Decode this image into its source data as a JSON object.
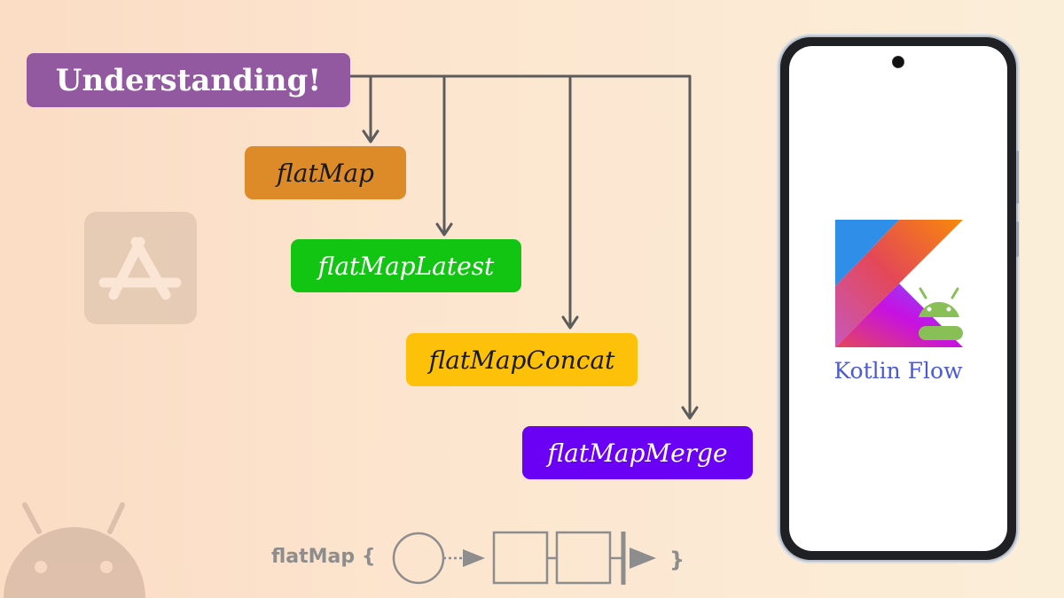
{
  "title": {
    "text": "Understanding!",
    "color": "#9359a0"
  },
  "operators": [
    {
      "label": "flatMap",
      "color": "#dd8a28",
      "text_color": "#1a1a1a"
    },
    {
      "label": "flatMapLatest",
      "color": "#12c512",
      "text_color": "#ffffff"
    },
    {
      "label": "flatMapConcat",
      "color": "#fdc10a",
      "text_color": "#1a1a1a"
    },
    {
      "label": "flatMapMerge",
      "color": "#6a00f4",
      "text_color": "#ffffff"
    }
  ],
  "footer": {
    "label": "flatMap",
    "open_brace": "{",
    "close_brace": "}"
  },
  "phone": {
    "caption": "Kotlin Flow",
    "caption_color": "#4c5bd4"
  },
  "icons": {
    "background_left": "app-store-icon",
    "background_bottom": "android-icon",
    "phone_logo": "kotlin-logo",
    "phone_logo_badge": "android-icon"
  },
  "colors": {
    "connector": "#5c5c5c",
    "watermark": "#8d8d8d"
  }
}
